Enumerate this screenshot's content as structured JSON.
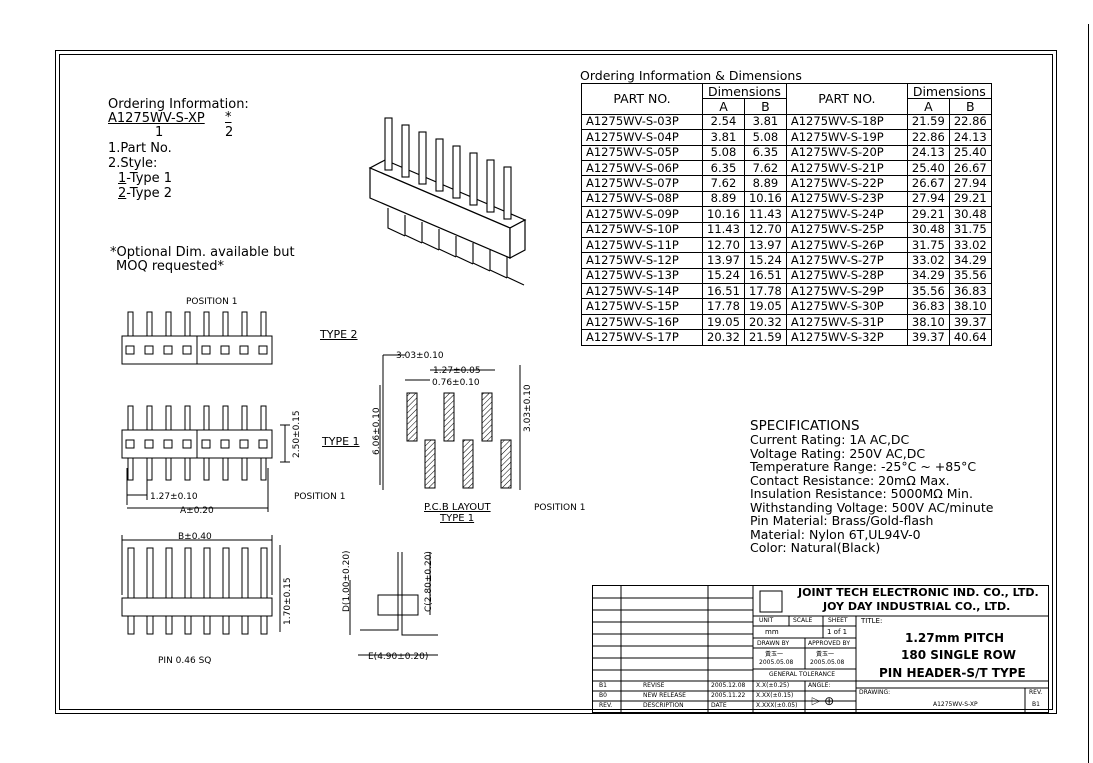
{
  "ordering": {
    "title": "Ordering Information:",
    "part_code": "A1275WV-S-XP",
    "star": "*",
    "num1": "1",
    "num2": "2",
    "line1": "1.Part No.",
    "line2": "2.Style:",
    "type1_num": "1",
    "type1_text": "-Type 1",
    "type2_num": "2",
    "type2_text": "-Type 2",
    "note1": "*Optional Dim. available but",
    "note2": "MOQ requested*"
  },
  "dim_table": {
    "caption": "Ordering Information & Dimensions",
    "col_part": "PART NO.",
    "col_dims": "Dimensions",
    "col_a": "A",
    "col_b": "B",
    "rows": [
      [
        "A1275WV-S-03P",
        "2.54",
        "3.81",
        "A1275WV-S-18P",
        "21.59",
        "22.86"
      ],
      [
        "A1275WV-S-04P",
        "3.81",
        "5.08",
        "A1275WV-S-19P",
        "22.86",
        "24.13"
      ],
      [
        "A1275WV-S-05P",
        "5.08",
        "6.35",
        "A1275WV-S-20P",
        "24.13",
        "25.40"
      ],
      [
        "A1275WV-S-06P",
        "6.35",
        "7.62",
        "A1275WV-S-21P",
        "25.40",
        "26.67"
      ],
      [
        "A1275WV-S-07P",
        "7.62",
        "8.89",
        "A1275WV-S-22P",
        "26.67",
        "27.94"
      ],
      [
        "A1275WV-S-08P",
        "8.89",
        "10.16",
        "A1275WV-S-23P",
        "27.94",
        "29.21"
      ],
      [
        "A1275WV-S-09P",
        "10.16",
        "11.43",
        "A1275WV-S-24P",
        "29.21",
        "30.48"
      ],
      [
        "A1275WV-S-10P",
        "11.43",
        "12.70",
        "A1275WV-S-25P",
        "30.48",
        "31.75"
      ],
      [
        "A1275WV-S-11P",
        "12.70",
        "13.97",
        "A1275WV-S-26P",
        "31.75",
        "33.02"
      ],
      [
        "A1275WV-S-12P",
        "13.97",
        "15.24",
        "A1275WV-S-27P",
        "33.02",
        "34.29"
      ],
      [
        "A1275WV-S-13P",
        "15.24",
        "16.51",
        "A1275WV-S-28P",
        "34.29",
        "35.56"
      ],
      [
        "A1275WV-S-14P",
        "16.51",
        "17.78",
        "A1275WV-S-29P",
        "35.56",
        "36.83"
      ],
      [
        "A1275WV-S-15P",
        "17.78",
        "19.05",
        "A1275WV-S-30P",
        "36.83",
        "38.10"
      ],
      [
        "A1275WV-S-16P",
        "19.05",
        "20.32",
        "A1275WV-S-31P",
        "38.10",
        "39.37"
      ],
      [
        "A1275WV-S-17P",
        "20.32",
        "21.59",
        "A1275WV-S-32P",
        "39.37",
        "40.64"
      ]
    ]
  },
  "specs": {
    "title": "SPECIFICATIONS",
    "lines": [
      "Current Rating: 1A AC,DC",
      "Voltage Rating: 250V AC,DC",
      "Temperature Range: -25°C ~ +85°C",
      "Contact Resistance: 20mΩ Max.",
      "Insulation Resistance: 5000MΩ Min.",
      "Withstanding Voltage: 500V AC/minute",
      "Pin Material: Brass/Gold-flash",
      "Material: Nylon 6T,UL94V-0",
      "Color: Natural(Black)"
    ]
  },
  "drawing": {
    "position1_top": "POSITION 1",
    "type2": "TYPE 2",
    "type1": "TYPE 1",
    "dim_250": "2.50±0.15",
    "dim_127": "1.27±0.10",
    "dim_a": "A±0.20",
    "position1_bottom": "POSITION 1",
    "dim_b": "B±0.40",
    "dim_170": "1.70±0.15",
    "pin": "PIN 0.46 SQ",
    "dim_d": "D(1.00±0.20)",
    "dim_c": "C(2.80±0.20)",
    "dim_e": "E(4.90±0.20)",
    "pcb_303": "3.03±0.10",
    "pcb_127": "1.27±0.05",
    "pcb_076": "0.76±0.10",
    "pcb_606": "6.06±0.10",
    "pcb_303v": "3.03±0.10",
    "pcb_layout": "P.C.B LAYOUT",
    "pcb_type": "TYPE 1",
    "pcb_position": "POSITION 1"
  },
  "titleblock": {
    "company1": "JOINT TECH ELECTRONIC IND. CO., LTD.",
    "company2": "JOY DAY INDUSTRIAL CO., LTD.",
    "unit": "UNIT",
    "unit_val": "mm",
    "scale": "SCALE",
    "sheet": "SHEET",
    "sheet_val": "1 of 1",
    "title_lbl": "TITLE:",
    "drawn_by": "DRAWN BY",
    "approved_by": "APPROVED BY",
    "name1": "黃玉一",
    "name2": "黃玉一",
    "date1": "2005.05.08",
    "date2": "2005.05.08",
    "tolerance": "GENERAL TOLERANCE",
    "tol1": "X.X(±0.25)",
    "tol2": "X.XX(±0.15)",
    "tol3": "X.XXX(±0.05)",
    "angle": "ANGLE:",
    "title1": "1.27mm PITCH",
    "title2": "180 SINGLE ROW",
    "title3": "PIN HEADER-S/T TYPE",
    "drawing_no_lbl": "DRAWING:",
    "drawing_no": "A1275WV-S-XP",
    "rev_lbl": "REV.",
    "rev_val": "B1",
    "rev_rows": [
      [
        "B1",
        "REVISE",
        "2005.12.08"
      ],
      [
        "B0",
        "NEW RELEASE",
        "2005.11.22"
      ],
      [
        "REV.",
        "DESCRIPTION",
        "DATE"
      ]
    ]
  }
}
